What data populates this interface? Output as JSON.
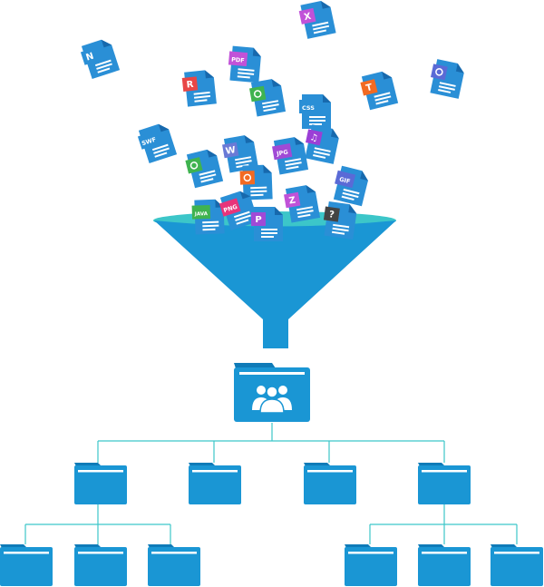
{
  "colors": {
    "doc_blue": "#2a8fd6",
    "doc_fold": "#1769ad",
    "funnel": "#1a96d4",
    "funnel_rim": "#3cc6c9",
    "folder": "#1a96d4",
    "folder_tab": "#0f7bb8",
    "connector": "#3cc6c9"
  },
  "files": [
    {
      "label": "X",
      "badge": "#c152d8",
      "icon": "excel-file-icon"
    },
    {
      "label": "N",
      "badge": "#2a8fd6",
      "icon": "note-file-icon"
    },
    {
      "label": "PDF",
      "badge": "#c152d8",
      "icon": "pdf-file-icon"
    },
    {
      "label": "R",
      "badge": "#e84646",
      "icon": "r-file-icon"
    },
    {
      "label": "",
      "badge": "#3fb34f",
      "icon": "link-file-icon"
    },
    {
      "label": "T",
      "badge": "#f26a22",
      "icon": "text-file-icon"
    },
    {
      "label": "",
      "badge": "#5a6ad6",
      "icon": "video-file-icon"
    },
    {
      "label": "CSS",
      "badge": "#2a8fd6",
      "icon": "css-file-icon"
    },
    {
      "label": "SWF",
      "badge": "#2a8fd6",
      "icon": "swf-file-icon"
    },
    {
      "label": "W",
      "badge": "#6a7ad6",
      "icon": "word-file-icon"
    },
    {
      "label": "JPG",
      "badge": "#a04ad6",
      "icon": "jpg-file-icon"
    },
    {
      "label": "♫",
      "badge": "#9b3fd6",
      "icon": "music-file-icon"
    },
    {
      "label": "",
      "badge": "#3fb34f",
      "icon": "attachment-file-icon"
    },
    {
      "label": "",
      "badge": "#f26a22",
      "icon": "android-file-icon"
    },
    {
      "label": "GIF",
      "badge": "#5a6ad6",
      "icon": "gif-file-icon"
    },
    {
      "label": "Z",
      "badge": "#c152d8",
      "icon": "zip-file-icon"
    },
    {
      "label": "JAVA",
      "badge": "#3fb34f",
      "icon": "java-file-icon"
    },
    {
      "label": "PNG",
      "badge": "#e8347a",
      "icon": "png-file-icon"
    },
    {
      "label": "P",
      "badge": "#a04ad6",
      "icon": "powerpoint-file-icon"
    },
    {
      "label": "?",
      "badge": "#444444",
      "icon": "unknown-file-icon"
    }
  ]
}
